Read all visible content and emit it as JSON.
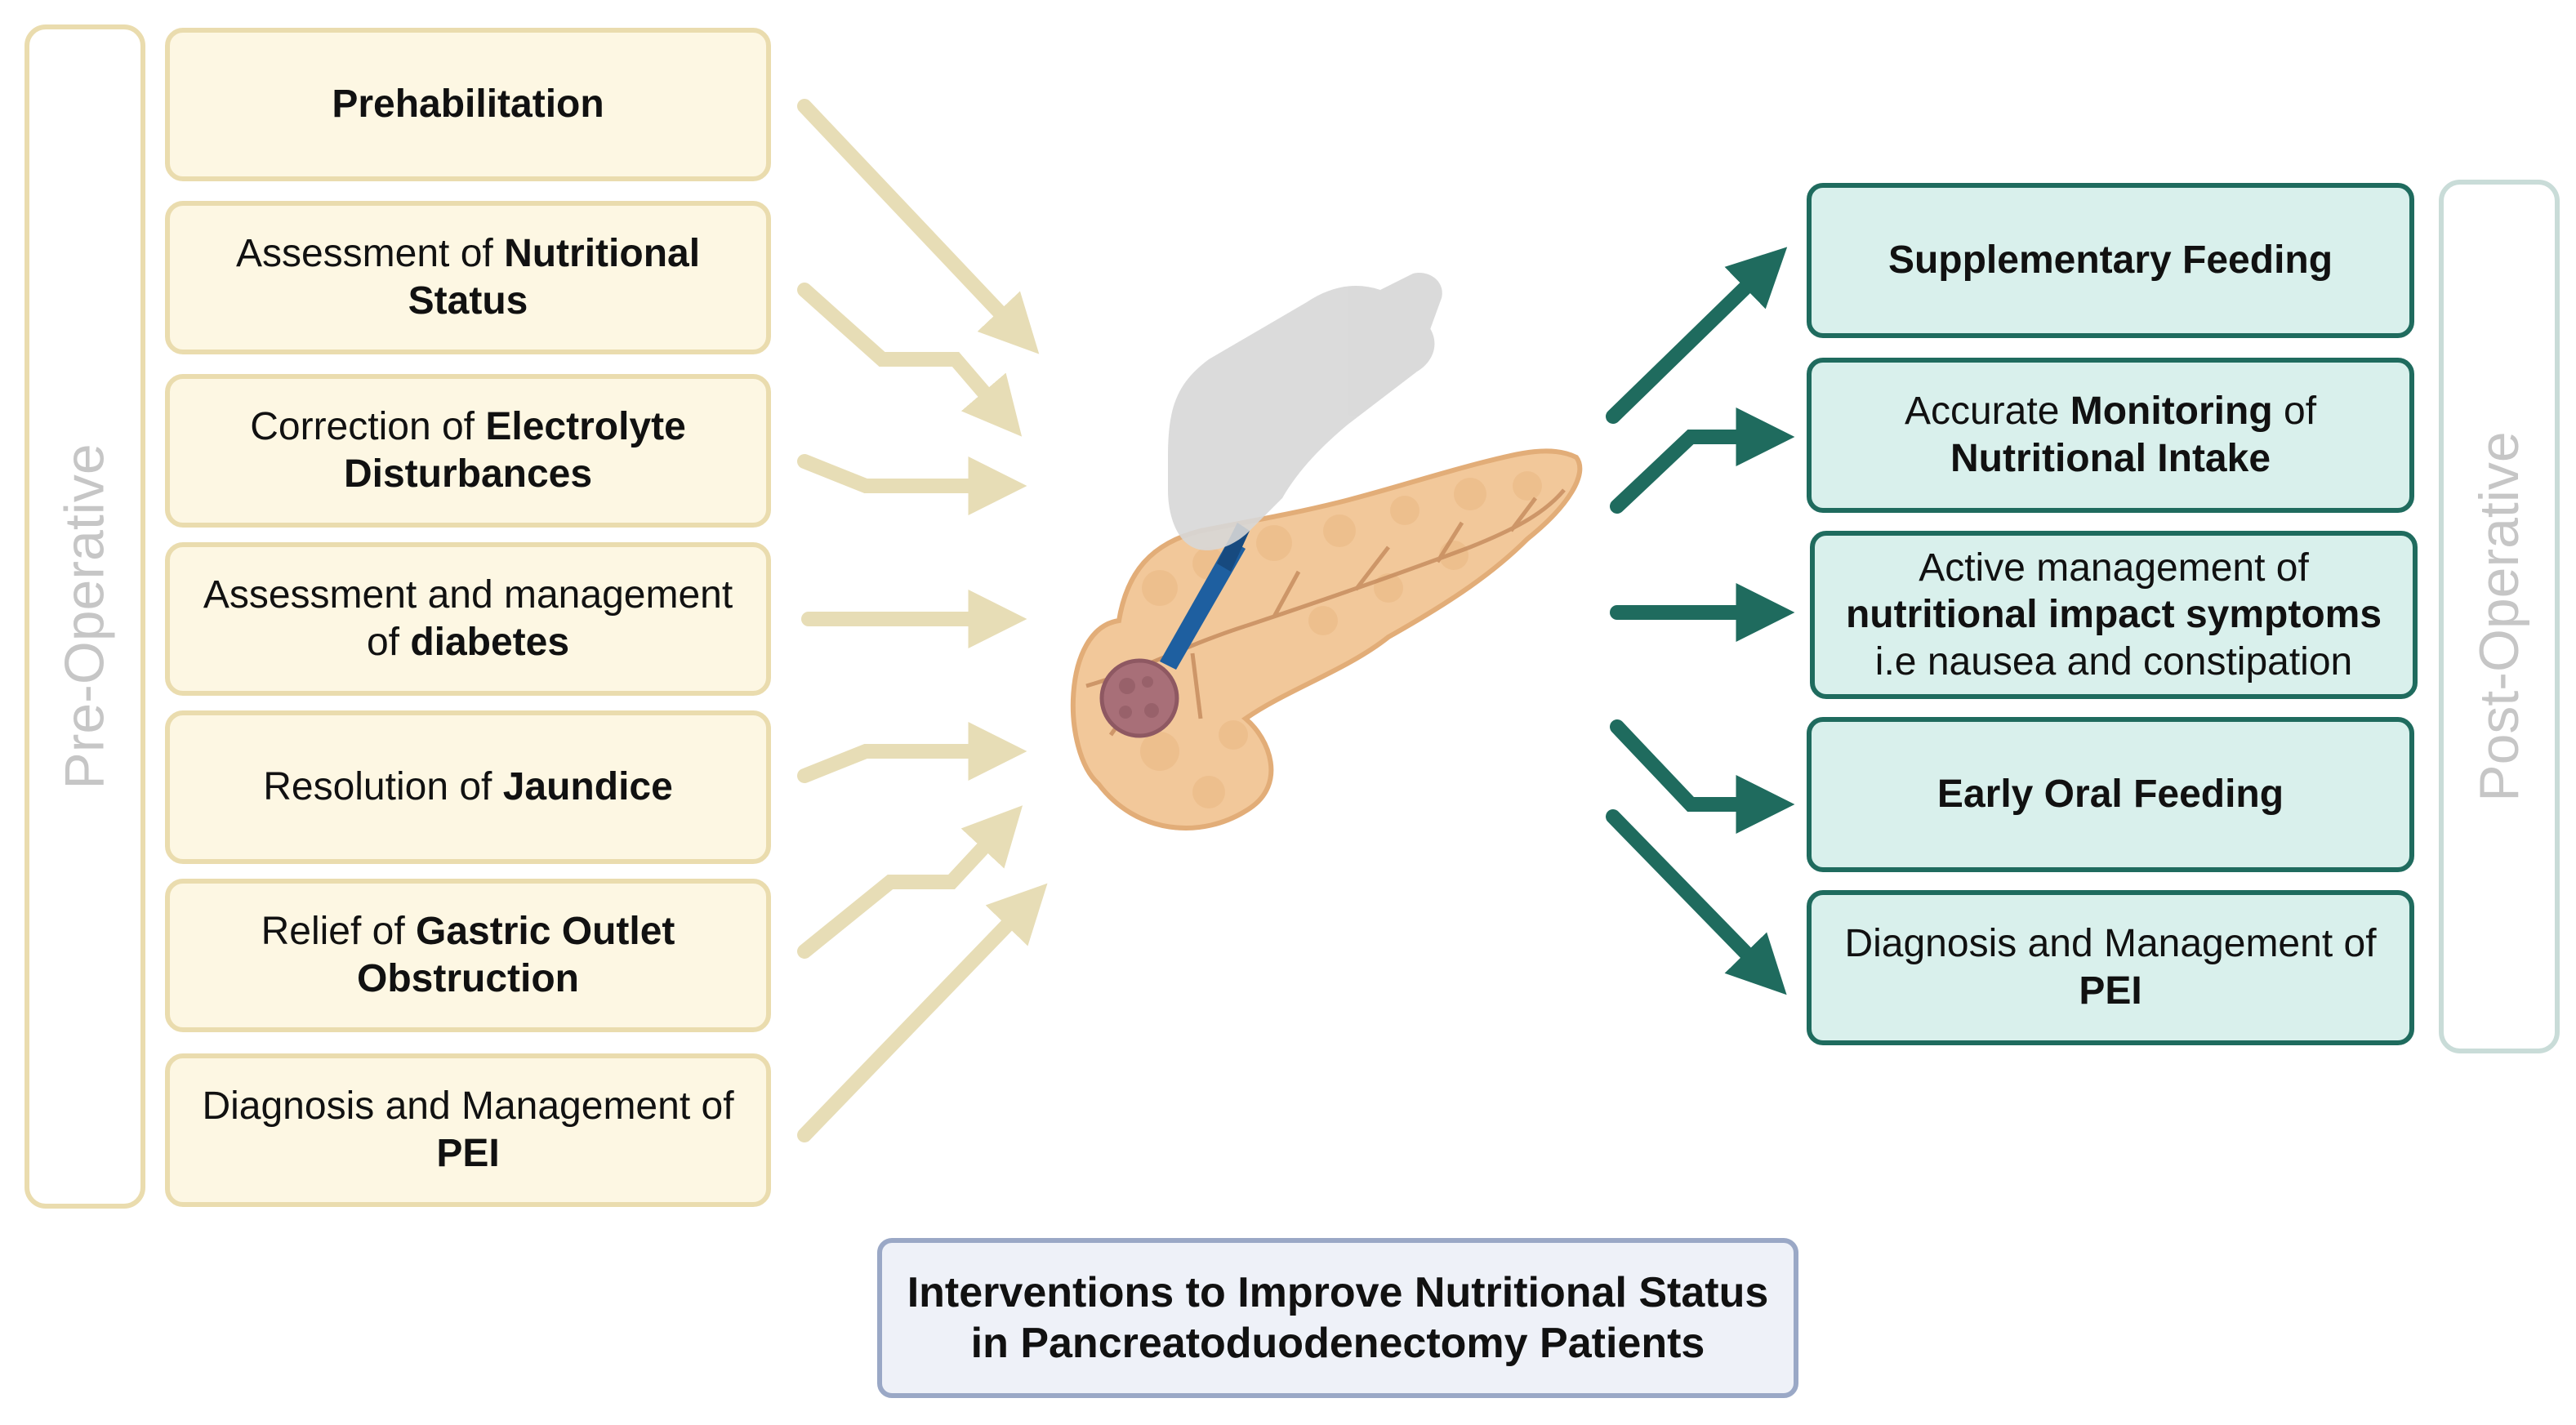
{
  "pre_operative": {
    "label": "Pre-Operative",
    "items": [
      {
        "parts": [
          {
            "t": "Prehabilitation",
            "b": true
          }
        ]
      },
      {
        "parts": [
          {
            "t": "Assessment of ",
            "b": false
          },
          {
            "t": "Nutritional Status",
            "b": true
          }
        ]
      },
      {
        "parts": [
          {
            "t": "Correction of ",
            "b": false
          },
          {
            "t": "Electrolyte Disturbances",
            "b": true
          }
        ]
      },
      {
        "parts": [
          {
            "t": "Assessment and management of ",
            "b": false
          },
          {
            "t": "diabetes",
            "b": true
          }
        ]
      },
      {
        "parts": [
          {
            "t": "Resolution of ",
            "b": false
          },
          {
            "t": "Jaundice",
            "b": true
          }
        ]
      },
      {
        "parts": [
          {
            "t": "Relief of ",
            "b": false
          },
          {
            "t": "Gastric Outlet Obstruction",
            "b": true
          }
        ]
      },
      {
        "parts": [
          {
            "t": "Diagnosis and Management of ",
            "b": false
          },
          {
            "t": "PEI",
            "b": true
          }
        ]
      }
    ]
  },
  "post_operative": {
    "label": "Post-Operative",
    "items": [
      {
        "parts": [
          {
            "t": "Supplementary Feeding",
            "b": true
          }
        ]
      },
      {
        "parts": [
          {
            "t": "Accurate ",
            "b": false
          },
          {
            "t": "Monitoring",
            "b": true
          },
          {
            "t": " of ",
            "b": false
          },
          {
            "t": "Nutritional Intake",
            "b": true
          }
        ]
      },
      {
        "parts": [
          {
            "t": "Active management of ",
            "b": false
          },
          {
            "t": "nutritional impact symptoms",
            "b": true
          },
          {
            "t": " i.e nausea and constipation",
            "b": false
          }
        ]
      },
      {
        "parts": [
          {
            "t": "Early Oral Feeding",
            "b": true
          }
        ]
      },
      {
        "parts": [
          {
            "t": "Diagnosis and Management of ",
            "b": false
          },
          {
            "t": "PEI",
            "b": true
          }
        ]
      }
    ]
  },
  "caption": {
    "line1": "Interventions to Improve Nutritional Status",
    "line2": "in Pancreatoduodenectomy Patients"
  },
  "colors": {
    "pre_arrow": "#e7ddb6",
    "post_arrow": "#1f6b5e",
    "pancreas": "#f2c89a",
    "tumor": "#a86f78",
    "glove": "#d7d7d7",
    "scalpel": "#1e5fa0"
  },
  "icons": [
    "surgeon-hand-icon",
    "scalpel-icon",
    "pancreas-icon",
    "tumor-icon"
  ]
}
